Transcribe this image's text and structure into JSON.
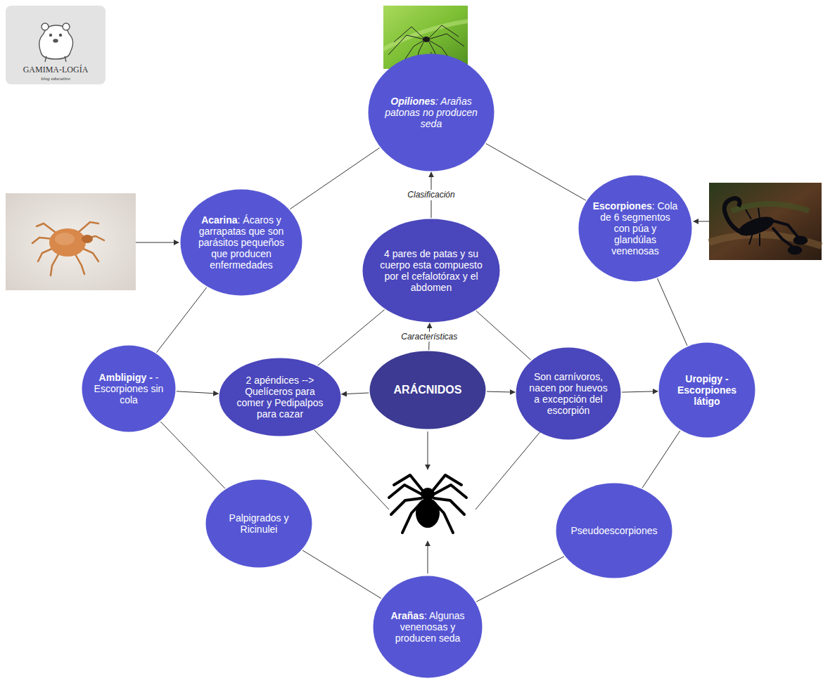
{
  "diagram": {
    "nodes": [
      {
        "text": [
          "Opiliones: Arañas patonas no producen seda"
        ]
      },
      {
        "text": [
          "Acarina: Ácaros y garrapatas que son parásitos pequeños que producen enfermedades"
        ]
      },
      {
        "text": [
          "4 pares de patas y su cuerpo esta compuesto por el cefalotórax y el abdomen"
        ]
      },
      {
        "text": [
          "Escorpiones: Cola de 6 segmentos con púa y glandúlas venenosas"
        ]
      },
      {
        "text": [
          "Amblipigy - -Escorpiones sin cola"
        ]
      },
      {
        "text": [
          "2 apéndices --> Quelíceros para comer y Pedipalpos para cazar"
        ]
      },
      {
        "text": [
          "ARÁCNIDOS"
        ]
      },
      {
        "text": [
          "Son carnívoros, nacen por huevos a excepción del escorpión"
        ]
      },
      {
        "text": [
          "Uropigy - Escorpiones látigo"
        ]
      },
      {
        "text": [
          "Palpigrados y Ricinulei"
        ]
      },
      {
        "text": [
          "Pseudoescorpiones"
        ]
      },
      {
        "text": [
          "Arañas: Algunas venenosas y producen seda"
        ]
      }
    ],
    "edges": [
      {
        "from": 6,
        "to": 2,
        "arrow": "to",
        "label": "Características"
      },
      {
        "from": 2,
        "to": 0,
        "arrow": "to",
        "label": "Clasificación"
      },
      {
        "from": 6,
        "to": 5,
        "arrow": "to"
      },
      {
        "from": 6,
        "to": 7,
        "arrow": "to"
      },
      {
        "from": 7,
        "to": 8,
        "arrow": "to"
      },
      {
        "from": 4,
        "to": 5,
        "arrow": "to"
      },
      {
        "from": 1,
        "to": 0,
        "arrow": "none"
      },
      {
        "from": 0,
        "to": 3,
        "arrow": "none"
      },
      {
        "from": 1,
        "to": 4,
        "arrow": "none"
      },
      {
        "from": 3,
        "to": 8,
        "arrow": "none"
      },
      {
        "from": 4,
        "to": 9,
        "arrow": "none"
      },
      {
        "from": 9,
        "to": 11,
        "arrow": "none"
      },
      {
        "from": 11,
        "to": 10,
        "arrow": "none"
      },
      {
        "from": 10,
        "to": 8,
        "arrow": "none"
      },
      {
        "from": 2,
        "to": 5,
        "arrow": "none"
      },
      {
        "from": 2,
        "to": 7,
        "arrow": "none"
      }
    ],
    "labels": [
      "GAMIMA-LOGÍA",
      "blog educativo"
    ]
  }
}
